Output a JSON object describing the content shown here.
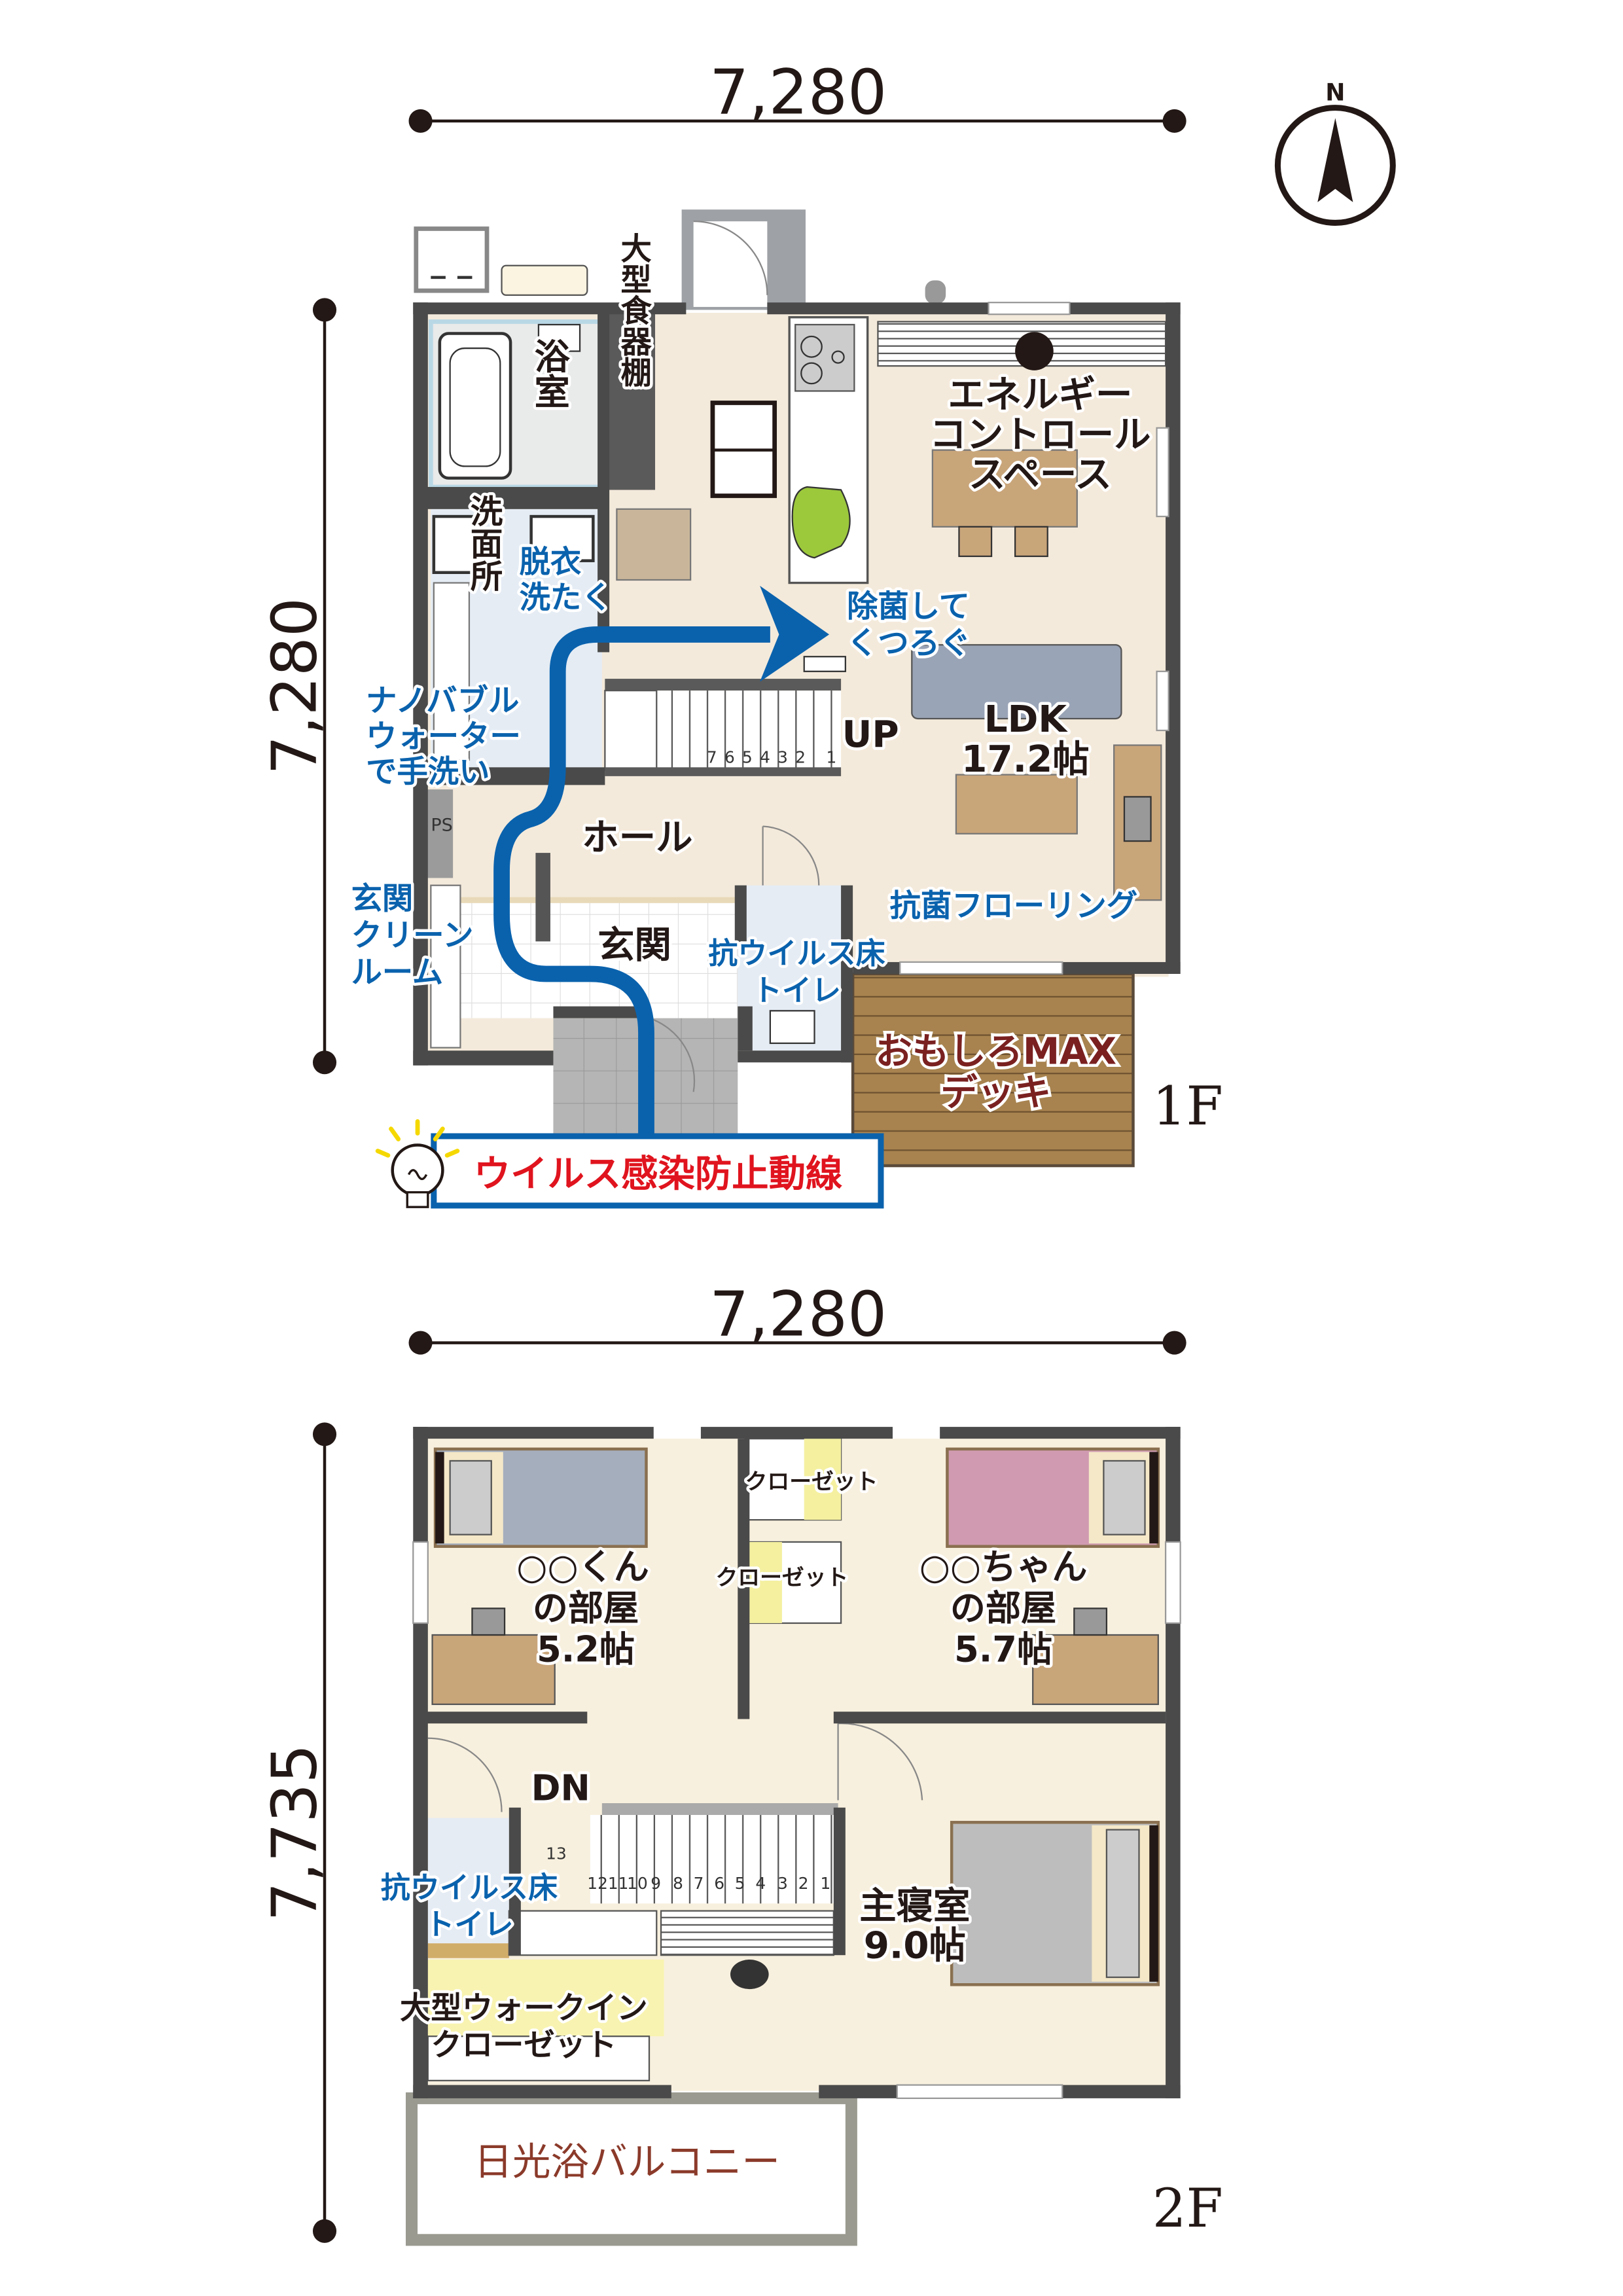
{
  "dimensions": {
    "f1_width": "7,280",
    "f1_depth": "7,280",
    "f2_width": "7,280",
    "f2_depth": "7,735"
  },
  "compass": {
    "label": "N"
  },
  "floor1": {
    "label": "1F",
    "rooms": {
      "bath": "浴室",
      "cabinet": "大型食器棚",
      "washroom": "洗面所",
      "dressing": [
        "脱衣",
        "洗たく"
      ],
      "nanobubble": [
        "ナノバブル",
        "ウォーター",
        "で手洗い"
      ],
      "sterilize": [
        "除菌して",
        "くつろぐ"
      ],
      "energy": [
        "エネルギー",
        "コントロール",
        "スペース"
      ],
      "ldk": [
        "LDK",
        "17.2帖"
      ],
      "up": "UP",
      "hall": "ホール",
      "entrance": "玄関",
      "clean_room": [
        "玄関",
        "クリーン",
        "ルーム"
      ],
      "toilet": [
        "抗ウイルス床",
        "トイレ"
      ],
      "flooring": "抗菌フローリング",
      "deck": [
        "おもしろMAX",
        "デッキ"
      ],
      "ps": "PS"
    },
    "stair_numbers": [
      "7",
      "6",
      "5",
      "4",
      "3",
      "2",
      "1"
    ],
    "route_callout": "ウイルス感染防止動線"
  },
  "floor2": {
    "label": "2F",
    "rooms": {
      "boy_room": [
        "○○くん",
        "の部屋",
        "5.2帖"
      ],
      "girl_room": [
        "○○ちゃん",
        "の部屋",
        "5.7帖"
      ],
      "closet1": "クローゼット",
      "closet2": "クローゼット",
      "dn": "DN",
      "toilet": [
        "抗ウイルス床",
        "トイレ"
      ],
      "master": [
        "主寝室",
        "9.0帖"
      ],
      "wic": [
        "大型ウォークイン",
        "クローゼット"
      ],
      "balcony": "日光浴バルコニー"
    },
    "stair_numbers": [
      "13",
      "12",
      "11",
      "10",
      "9",
      "8",
      "7",
      "6",
      "5",
      "4",
      "3",
      "2",
      "1"
    ]
  },
  "colors": {
    "route": "#0a62ad",
    "callout_text": "#e0141e",
    "deck_text": "#7a2020",
    "balcony_text": "#8b3a2a"
  }
}
